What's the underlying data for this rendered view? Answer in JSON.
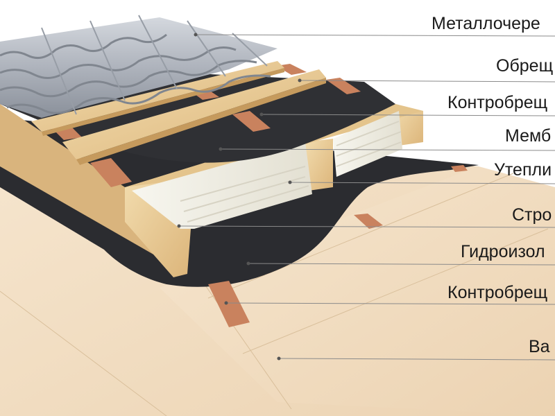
{
  "labels": [
    {
      "text": "Металлочере",
      "name": "label-metal-tile"
    },
    {
      "text": "Обрещ",
      "name": "label-battens"
    },
    {
      "text": "Контробрещ",
      "name": "label-counter-battens-top"
    },
    {
      "text": "Мемб",
      "name": "label-membrane"
    },
    {
      "text": "Утепли",
      "name": "label-insulation"
    },
    {
      "text": "Стро",
      "name": "label-rafters"
    },
    {
      "text": "Гидроизол",
      "name": "label-waterproofing"
    },
    {
      "text": "Контробрещ",
      "name": "label-counter-battens-bottom"
    },
    {
      "text": "Ва",
      "name": "label-lining"
    }
  ],
  "colors": {
    "tile": "#b4b9c2",
    "tile_shade": "#8c929c",
    "wood": "#e9cf9e",
    "wood_dark": "#cfa970",
    "counter_batten": "#c9825e",
    "membrane": "#2b2c30",
    "insulation": "#efeee6",
    "plywood": "#f1dcc0",
    "plywood_line": "#d9bf9b"
  }
}
